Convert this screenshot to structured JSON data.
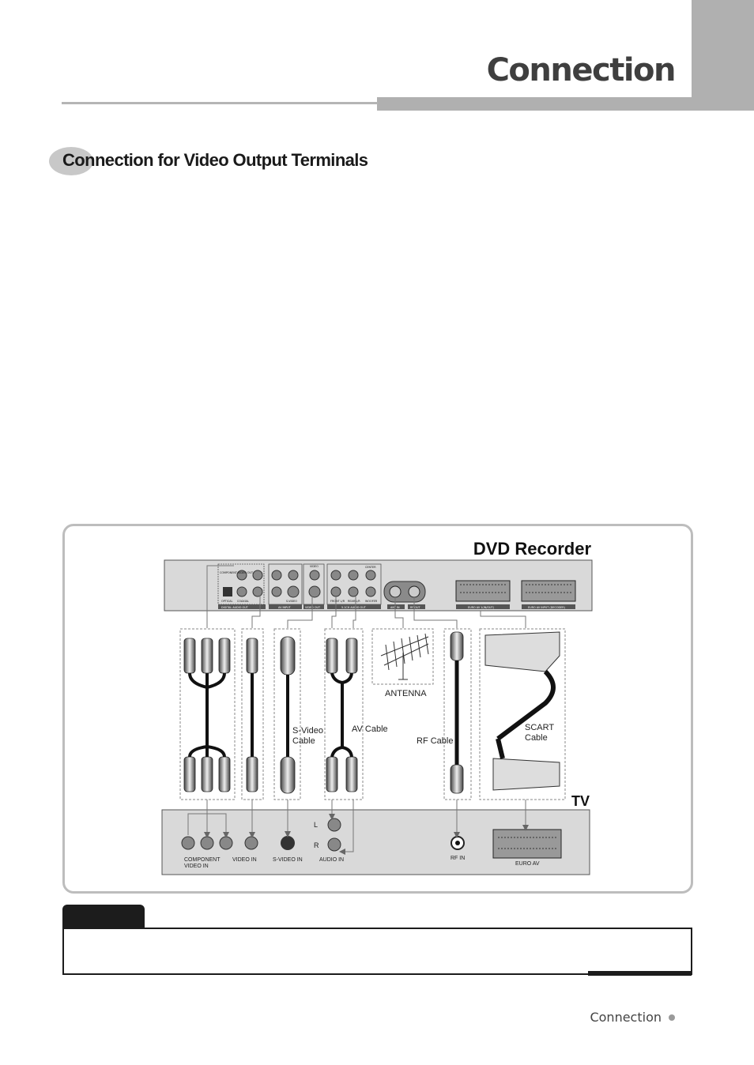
{
  "header": {
    "page_title": "Connection"
  },
  "section": {
    "heading": "Connection for Video Output Terminals"
  },
  "diagram": {
    "recorder_title": "DVD Recorder",
    "tv_title": "TV",
    "recorder_panel_labels": {
      "component_video_out": "COMPONENT VIDEO OUT",
      "digital_audio_out": "DIGITAL AUDIO OUT",
      "optical": "OPTICAL",
      "coaxial": "COAXIAL",
      "av_input": "AV INPUT",
      "s_video": "S-VIDEO",
      "video_out": "VIDEO OUT",
      "video": "VIDEO",
      "audio_out": "5.1CH AUDIO OUT",
      "front_l": "FRONT L/R",
      "rear": "REAR L/R",
      "center": "CENTER",
      "woofer": "WOOFER",
      "ant_in": "ANT IN",
      "rf_out": "RF OUT",
      "euro_av_1": "EURO AV 1(IN/OUT)",
      "euro_av_2": "EURO AV INPUT (DECODER)"
    },
    "cables": {
      "antenna": "ANTENNA",
      "s_video_cable": "S-Video Cable",
      "av_cable": "AV Cable",
      "rf_cable": "RF Cable",
      "scart_cable": "SCART Cable"
    },
    "tv_labels": {
      "component_video_in": "COMPONENT VIDEO IN",
      "video_in": "VIDEO IN",
      "s_video_in": "S-VIDEO IN",
      "audio_in": "AUDIO IN",
      "l": "L",
      "r": "R",
      "rf_in": "RF IN",
      "euro_av": "EURO AV"
    }
  },
  "footer": {
    "page_label": "Connection"
  }
}
